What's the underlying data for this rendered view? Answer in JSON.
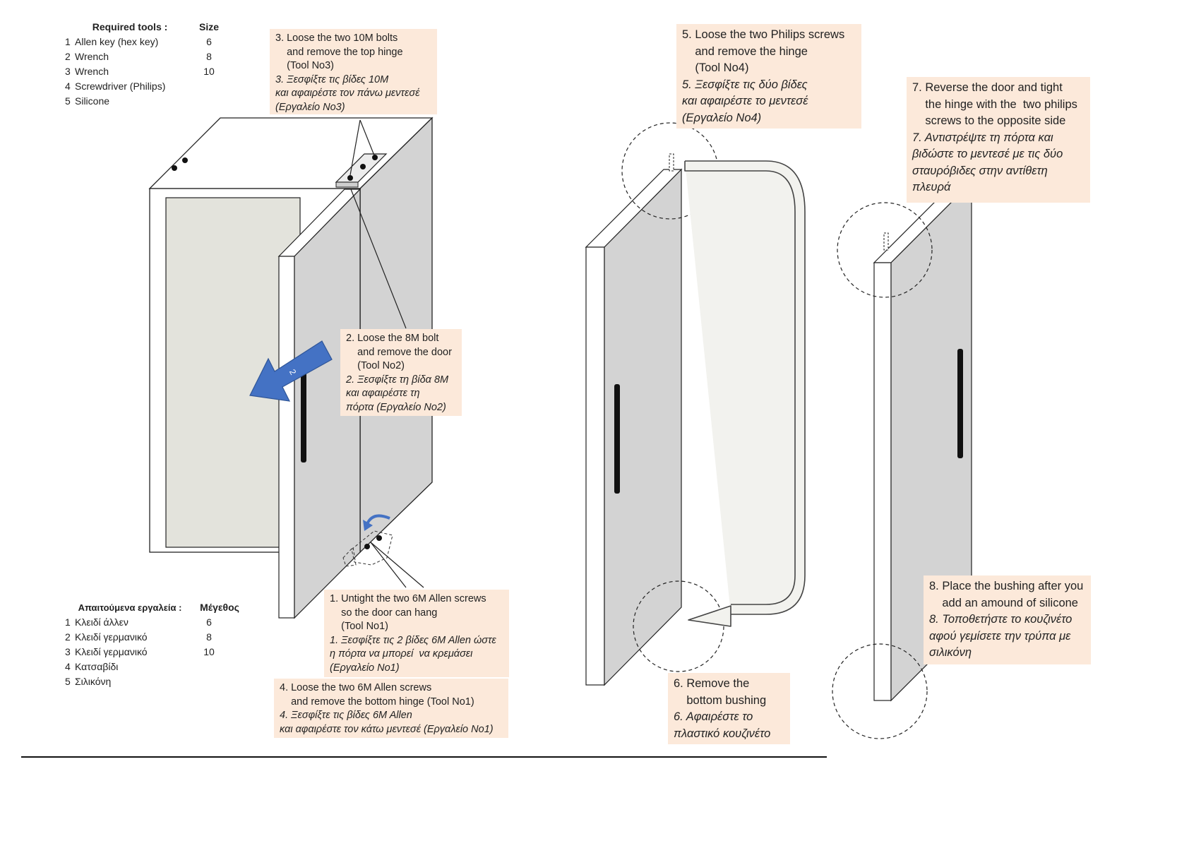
{
  "tools_en": {
    "header_name": "Required tools :",
    "header_size": "Size",
    "items": [
      {
        "num": "1",
        "name": "Allen key (hex key)",
        "size": "6"
      },
      {
        "num": "2",
        "name": "Wrench",
        "size": "8"
      },
      {
        "num": "3",
        "name": "Wrench",
        "size": "10"
      },
      {
        "num": "4",
        "name": "Screwdriver (Philips)",
        "size": ""
      },
      {
        "num": "5",
        "name": "Silicone",
        "size": ""
      }
    ]
  },
  "tools_gr": {
    "header_name": "Απαιτούμενα εργαλεία :",
    "header_size": "Μέγεθος",
    "items": [
      {
        "num": "1",
        "name": "Κλειδί άλλεν",
        "size": "6"
      },
      {
        "num": "2",
        "name": "Κλειδί γερμανικό",
        "size": "8"
      },
      {
        "num": "3",
        "name": "Κλειδί γερμανικό",
        "size": "10"
      },
      {
        "num": "4",
        "name": "Κατσαβίδι",
        "size": ""
      },
      {
        "num": "5",
        "name": "Σιλικόνη",
        "size": ""
      }
    ]
  },
  "steps": {
    "s1": {
      "en": "1. Untight the two 6M Allen screws\n    so the door can hang\n    (Tool No1)",
      "gr": "1. Ξεσφίξτε τις 2 βίδες 6M Allen ώστε\nη πόρτα να μπορεί  να κρεμάσει\n(Εργαλείο No1)"
    },
    "s2": {
      "en": "2. Loose the 8M bolt\n    and remove the door\n    (Tool No2)",
      "gr": "2. Ξεσφίξτε τη βίδα 8M\nκαι αφαιρέστε τη\nπόρτα (Εργαλείο No2)"
    },
    "s3": {
      "en": "3. Loose the two 10M bolts\n    and remove the top hinge\n    (Tool No3)",
      "gr": "3. Ξεσφίξτε τις βίδες 10M\nκαι αφαιρέστε τον πάνω μεντεσέ\n(Εργαλείο No3)"
    },
    "s4": {
      "en": "4. Loose the two 6M Allen screws\n    and remove the bottom hinge (Tool No1)",
      "gr": "4. Ξεσφίξτε τις βίδες 6M Allen\nκαι αφαιρέστε τον κάτω μεντεσέ (Εργαλείο No1)"
    },
    "s5": {
      "en": "5. Loose the two Philips screws\n    and remove the hinge\n    (Tool No4)",
      "gr": "5. Ξεσφίξτε τις δύο βίδες\nκαι αφαιρέστε το μεντεσέ\n(Εργαλείο No4)"
    },
    "s6": {
      "en": "6. Remove the\n    bottom bushing",
      "gr": "6. Αφαιρέστε το\nπλαστικό κουζινέτο"
    },
    "s7": {
      "en": "7. Reverse the door and tight\n    the hinge with the  two philips\n    screws to the opposite side",
      "gr": "7. Αντιστρέψτε τη πόρτα και\nβιδώστε το μεντεσέ με τις δύο\nσταυρόβιδες στην αντίθετη\nπλευρά"
    },
    "s8": {
      "en": "8. Place the bushing after you\n    add an amound of silicone",
      "gr": "8. Τοποθετήστε το κουζινέτο\nαφού γεμίσετε την τρύπα με\nσιλικόνη"
    }
  },
  "arrow_label": "2",
  "colors": {
    "note_bg": "#fce9da",
    "panel_gray": "#d3d3d3",
    "glass": "#e3e3dc",
    "arrow_blue": "#4472c4",
    "line": "#222222"
  }
}
